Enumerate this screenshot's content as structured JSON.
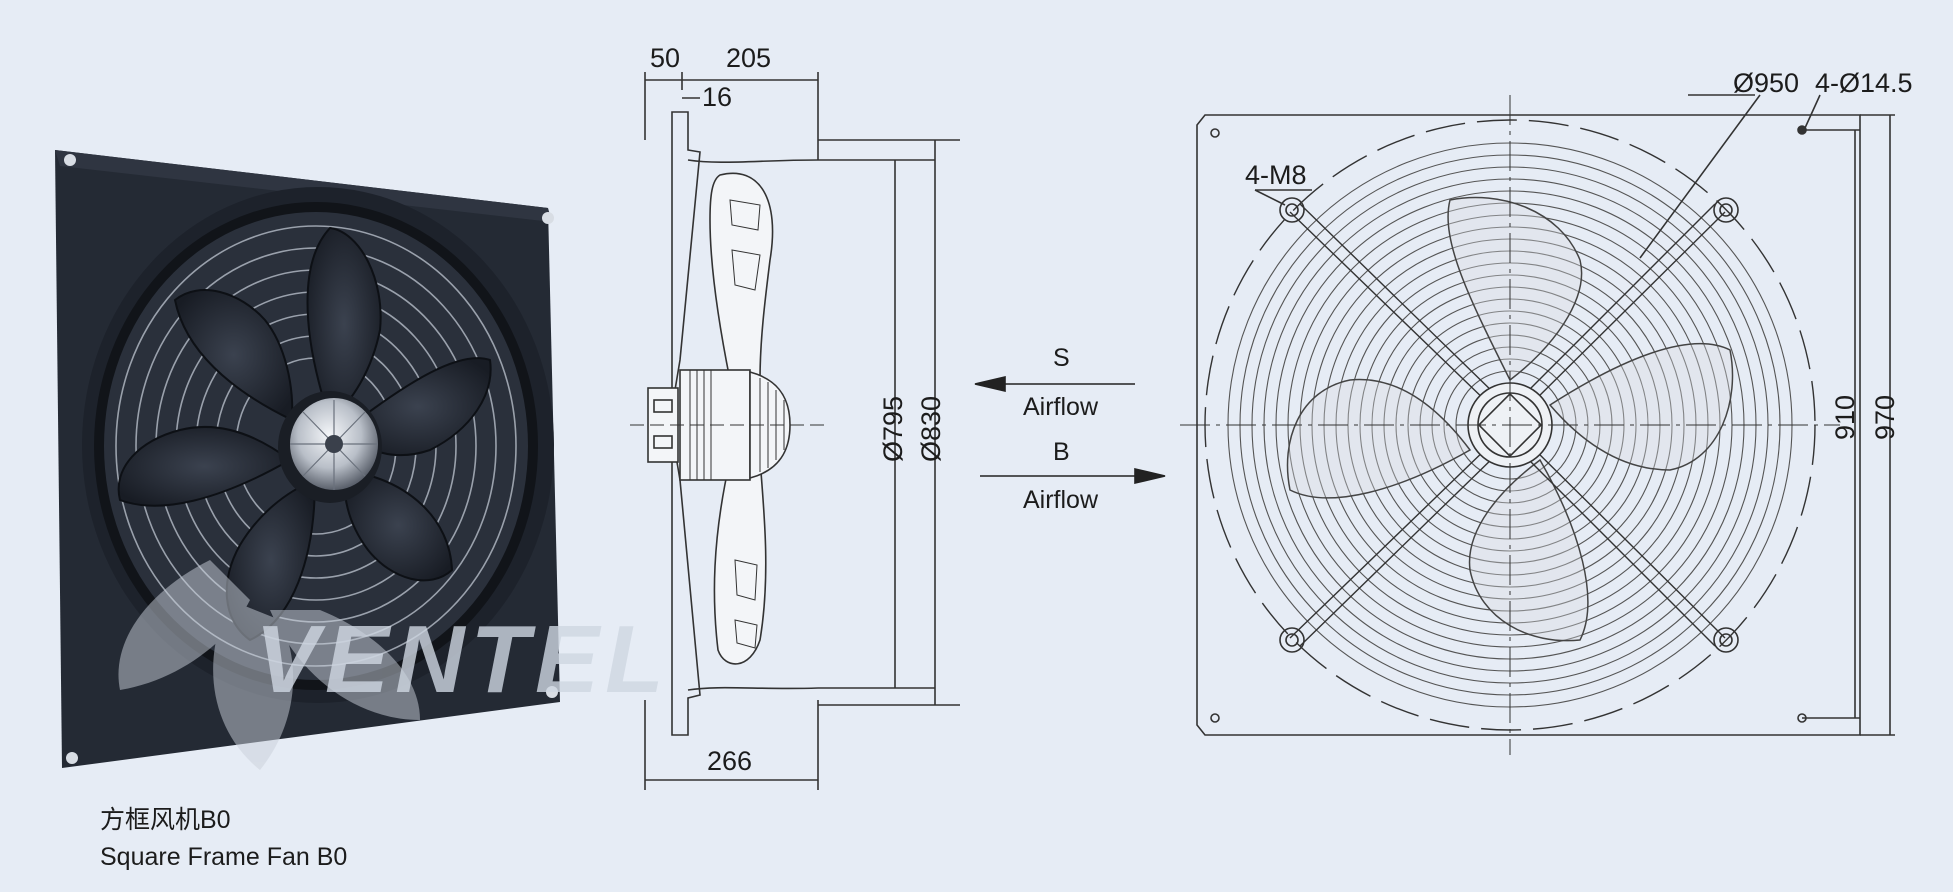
{
  "caption": {
    "chinese": "方框风机B0",
    "english": "Square Frame Fan B0"
  },
  "watermark": {
    "text": "VENTEL"
  },
  "side_view": {
    "dim_top_left": "50",
    "dim_top_right": "205",
    "dim_flange": "16",
    "dim_inner_diameter": "Ø795",
    "dim_outer_diameter": "Ø830",
    "dim_depth": "266"
  },
  "airflow": {
    "s_label": "S",
    "s_text": "Airflow",
    "b_label": "B",
    "b_text": "Airflow"
  },
  "front_view": {
    "dim_guard_diameter": "Ø950",
    "dim_holes": "4-Ø14.5",
    "dim_thread": "4-M8",
    "dim_hole_spacing": "910",
    "dim_frame": "970"
  },
  "colors": {
    "background": "#e6ecf5",
    "fan_body": "#232832",
    "drawing_line": "#333333",
    "blade_grey": "#d9dde3"
  }
}
